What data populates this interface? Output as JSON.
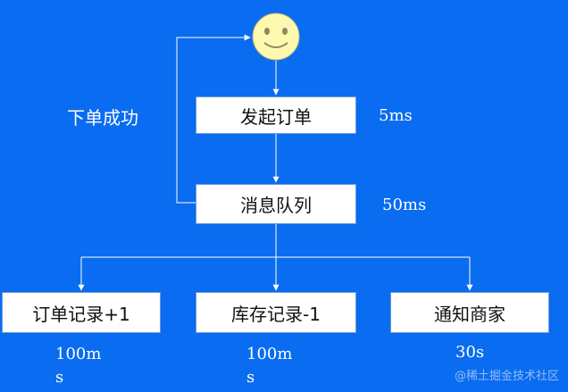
{
  "nodes": {
    "place_order": "发起订单",
    "message_queue": "消息队列",
    "order_record": "订单记录+1",
    "inventory_record": "库存记录-1",
    "notify_merchant": "通知商家"
  },
  "side_label": "下单成功",
  "timings": {
    "place_order": "5ms",
    "message_queue": "50ms",
    "order_record": "100ms",
    "inventory_record": "100ms",
    "notify_merchant": "30s"
  },
  "watermark": "@稀土掘金技术社区",
  "colors": {
    "background": "#0a6cf0",
    "box_fill": "#ffffff",
    "line": "#ffffff",
    "smiley_fill": "#fff9b0"
  },
  "icons": {
    "user": "smiley-face-icon"
  }
}
